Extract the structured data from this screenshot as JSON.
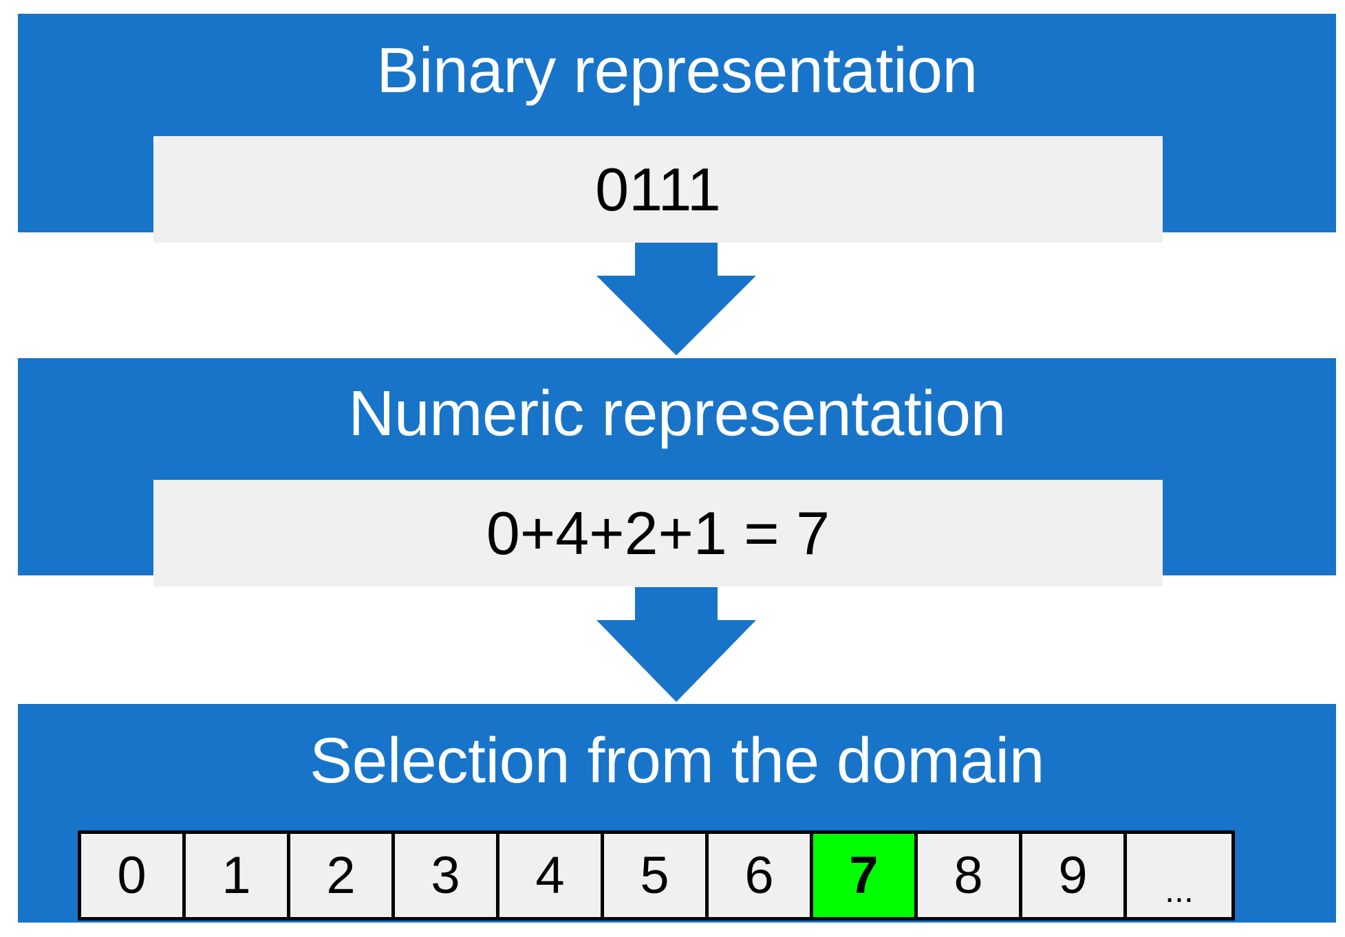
{
  "colors": {
    "panel_blue": "#1874C8",
    "plate_grey": "#F0F0F0",
    "selected_green": "#00FF00",
    "title_text": "#FFFFFF",
    "value_text": "#000000",
    "cell_border": "#000000",
    "background": "#FFFFFF"
  },
  "stages": {
    "binary": {
      "title": "Binary representation",
      "value": "0111"
    },
    "numeric": {
      "title": "Numeric representation",
      "value": "0+4+2+1 = 7"
    },
    "domain": {
      "title": "Selection from the domain"
    }
  },
  "arrows": {
    "first": "down-arrow-icon",
    "second": "down-arrow-icon"
  },
  "domain_cells": [
    {
      "label": "0",
      "selected": false
    },
    {
      "label": "1",
      "selected": false
    },
    {
      "label": "2",
      "selected": false
    },
    {
      "label": "3",
      "selected": false
    },
    {
      "label": "4",
      "selected": false
    },
    {
      "label": "5",
      "selected": false
    },
    {
      "label": "6",
      "selected": false
    },
    {
      "label": "7",
      "selected": true
    },
    {
      "label": "8",
      "selected": false
    },
    {
      "label": "9",
      "selected": false
    },
    {
      "label": "...",
      "selected": false
    }
  ]
}
